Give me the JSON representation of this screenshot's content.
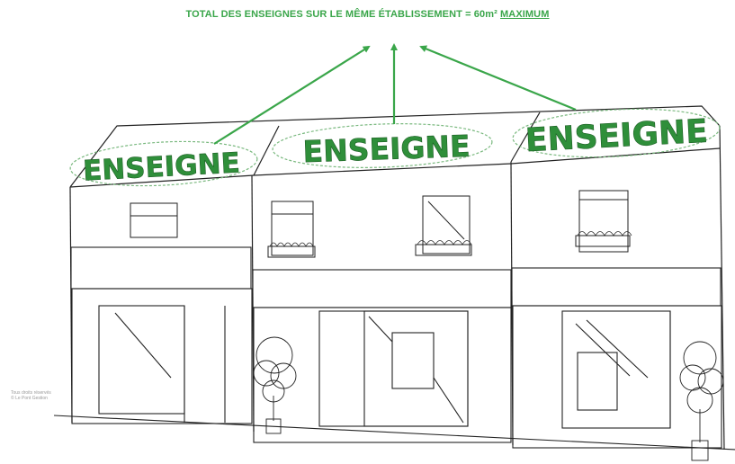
{
  "title": {
    "main": "TOTAL DES ENSEIGNES SUR LE MÊME ÉTABLISSEMENT = 60m² ",
    "emphasis": "MAXIMUM"
  },
  "signs": [
    {
      "label": "ENSEIGNE"
    },
    {
      "label": "ENSEIGNE"
    },
    {
      "label": "ENSEIGNE"
    }
  ],
  "credit": "Tous droits réservés\n© Le Pont Gestion",
  "colors": {
    "accent": "#3aa64a",
    "sign_fill": "#2f8f3a",
    "line": "#222222"
  }
}
